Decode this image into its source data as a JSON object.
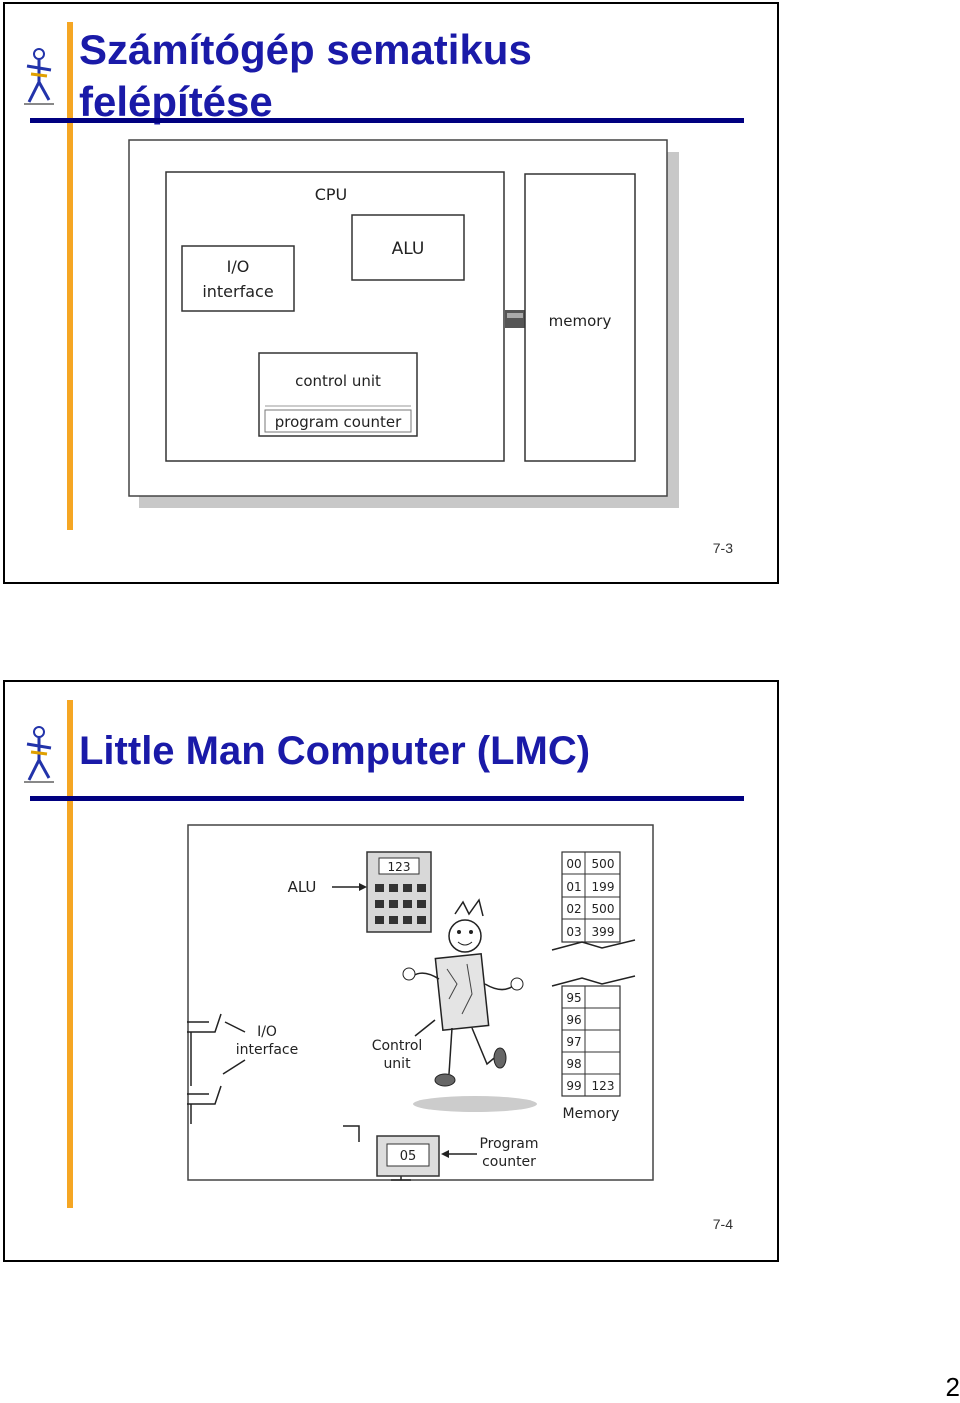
{
  "slides": [
    {
      "title_line1": "Számítógép sematikus",
      "title_line2": "felépítése",
      "number": "7-3",
      "diagram": {
        "cpu_label": "CPU",
        "alu_label": "ALU",
        "io_line1": "I/O",
        "io_line2": "interface",
        "control_unit_label": "control unit",
        "program_counter_label": "program counter",
        "memory_label": "memory"
      }
    },
    {
      "title": "Little Man Computer (LMC)",
      "number": "7-4",
      "diagram": {
        "alu_label": "ALU",
        "alu_display": "123",
        "io_line1": "I/O",
        "io_line2": "interface",
        "control_line1": "Control",
        "control_line2": "unit",
        "program_counter_value": "05",
        "program_counter_line1": "Program",
        "program_counter_line2": "counter",
        "memory_label": "Memory",
        "memory_top": [
          {
            "address": "00",
            "value": "500"
          },
          {
            "address": "01",
            "value": "199"
          },
          {
            "address": "02",
            "value": "500"
          },
          {
            "address": "03",
            "value": "399"
          }
        ],
        "memory_bottom": [
          {
            "address": "95",
            "value": ""
          },
          {
            "address": "96",
            "value": ""
          },
          {
            "address": "97",
            "value": ""
          },
          {
            "address": "98",
            "value": ""
          },
          {
            "address": "99",
            "value": "123"
          }
        ]
      }
    }
  ],
  "page_number": "2",
  "colors": {
    "title": "#1a1aa8",
    "accent_bar": "#f5a623",
    "title_rule": "#000080"
  }
}
